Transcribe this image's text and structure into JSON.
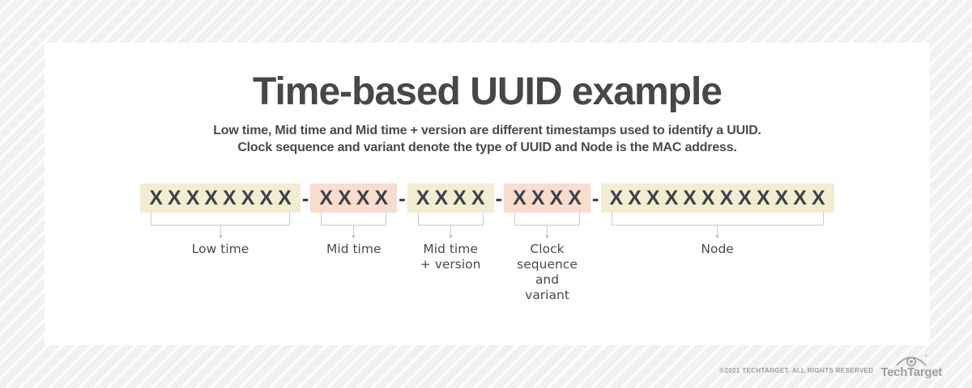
{
  "header": {
    "title": "Time-based UUID example",
    "subtitle_line1": "Low time, Mid time and Mid time + version are different timestamps used to identify a UUID.",
    "subtitle_line2": "Clock sequence and variant denote the type of UUID and Node is the MAC address."
  },
  "uuid": {
    "separator": "-",
    "segments": [
      {
        "chars": "XXXXXXXX",
        "label": "Low time",
        "tone": "cream"
      },
      {
        "chars": "XXXX",
        "label": "Mid time",
        "tone": "pink"
      },
      {
        "chars": "XXXX",
        "label": "Mid time\n+ version",
        "tone": "cream"
      },
      {
        "chars": "XXXX",
        "label": "Clock\nsequence\nand\nvariant",
        "tone": "pink"
      },
      {
        "chars": "XXXXXXXXXXXX",
        "label": "Node",
        "tone": "cream"
      }
    ]
  },
  "footer": {
    "copyright": "©2021 TECHTARGET. ALL RIGHTS RESERVED",
    "brand": "TechTarget",
    "logo_icon": "techtarget-eye-icon"
  },
  "colors": {
    "segment-cream": "#f2ecd3",
    "segment-pink": "#f8dcce",
    "char-dark": "#3d4247",
    "bracket-gray": "#cbcbcb",
    "title-gray": "#474747",
    "label-gray": "#4a4a4a",
    "footer-gray": "#9b9b9b",
    "card-white": "#ffffff",
    "stripe-bg": "#f1f1f1",
    "stripe-line": "#ffffff"
  }
}
